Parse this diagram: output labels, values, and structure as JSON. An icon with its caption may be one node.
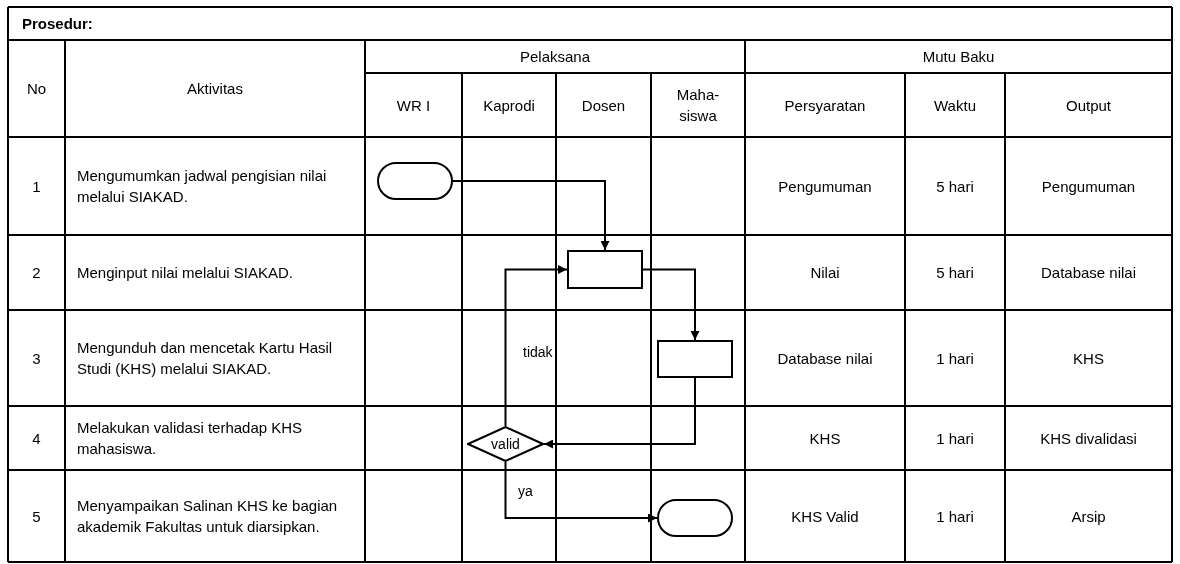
{
  "diagram": {
    "nodes": [
      {
        "text": [],
        "shape": "terminal"
      },
      {
        "text": [],
        "shape": "box"
      },
      {
        "text": [],
        "shape": "box"
      },
      {
        "text": [
          "valid"
        ]
      },
      {
        "text": [],
        "shape": "terminal"
      }
    ],
    "edges": [
      {
        "from": 0,
        "to": 1,
        "arrow": "to"
      },
      {
        "from": 1,
        "to": 2,
        "arrow": "to"
      },
      {
        "from": 2,
        "to": 3,
        "arrow": "to"
      },
      {
        "from": 3,
        "to": 1,
        "arrow": "to",
        "label": "tidak"
      },
      {
        "from": 3,
        "to": 4,
        "arrow": "to",
        "label": "ya"
      }
    ],
    "labels": [
      "Prosedur:",
      "No",
      "Aktivitas",
      "Pelaksana",
      "Mutu Baku",
      "WR I",
      "Kaprodi",
      "Dosen",
      "Maha- siswa",
      "Persyaratan",
      "Waktu",
      "Output",
      "1",
      "Mengumumkan jadwal pengisian nilai melalui SIAKAD.",
      "Pengumuman",
      "5 hari",
      "Pengumuman",
      "2",
      "Menginput nilai melalui SIAKAD.",
      "Nilai",
      "5 hari",
      "Database nilai",
      "3",
      "Mengunduh dan mencetak Kartu Hasil Studi (KHS) melalui SIAKAD.",
      "Database nilai",
      "1 hari",
      "KHS",
      "4",
      "Melakukan validasi terhadap KHS mahasiswa.",
      "KHS",
      "1 hari",
      "KHS divalidasi",
      "5",
      "Menyampaikan Salinan KHS ke bagian akademik Fakultas untuk diarsipkan.",
      "KHS Valid",
      "1 hari",
      "Arsip"
    ]
  }
}
